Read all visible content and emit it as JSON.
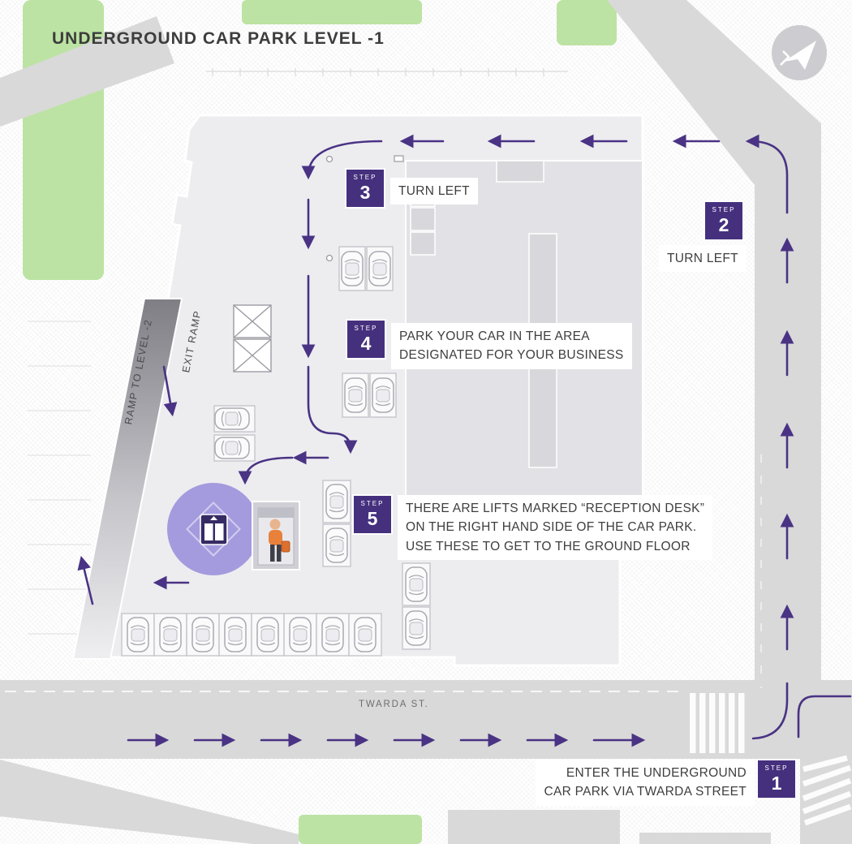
{
  "title": "UNDERGROUND CAR PARK LEVEL -1",
  "street": {
    "name": "TWARDA ST."
  },
  "ramp": {
    "down_label": "RAMP TO LEVEL -2",
    "exit_label": "EXIT RAMP"
  },
  "steps": {
    "badge_word": "STEP",
    "items": [
      {
        "num": "1",
        "lines": [
          "ENTER THE UNDERGROUND",
          "CAR PARK VIA TWARDA STREET"
        ]
      },
      {
        "num": "2",
        "lines": [
          "TURN LEFT"
        ]
      },
      {
        "num": "3",
        "lines": [
          "TURN LEFT"
        ]
      },
      {
        "num": "4",
        "lines": [
          "PARK YOUR CAR IN THE AREA",
          "DESIGNATED FOR YOUR BUSINESS"
        ]
      },
      {
        "num": "5",
        "lines": [
          "THERE ARE LIFTS MARKED “RECEPTION DESK”",
          "ON THE RIGHT HAND SIDE OF THE CAR PARK.",
          "USE THESE TO GET TO THE GROUND FLOOR"
        ]
      }
    ]
  },
  "colors": {
    "step_purple": "#45307E",
    "route_purple": "#4A3384",
    "lift_highlight": "#8F84D9",
    "grass_green": "#BCE3A3",
    "road_gray": "#D9D9D9",
    "floor_gray": "#EDEDF0",
    "label_text": "#3E3E3E"
  },
  "icons": {
    "compass": "navigation-arrow-icon",
    "lift": "lift-icon",
    "person": "person-with-briefcase",
    "car": "car-top-view-icon",
    "stairs": "stair-core-icon"
  }
}
